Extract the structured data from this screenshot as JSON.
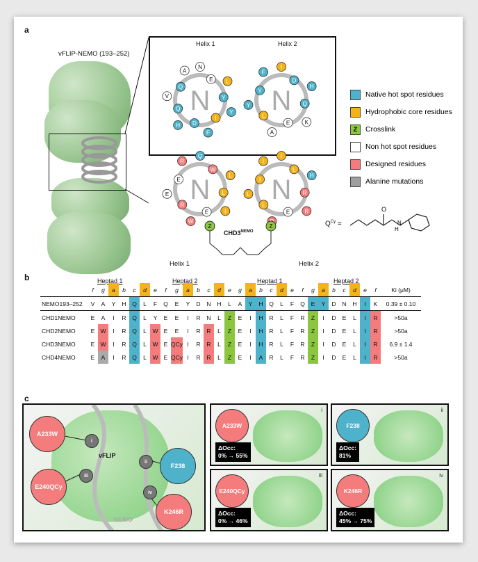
{
  "panel_labels": {
    "a": "a",
    "b": "b",
    "c": "c"
  },
  "panel_a": {
    "protein_title": "vFLIP-NEMO (193–252)",
    "helix1_top": "Helix 1",
    "helix2_top": "Helix 2",
    "helix1_bottom": "Helix 1",
    "helix2_bottom": "Helix 2",
    "wheel_center": "N",
    "crosslink_label": "CHD3",
    "crosslink_sup": "NEMO",
    "qcy_label": "Q",
    "qcy_sup": "Cy",
    "crosslink_node": "Z",
    "wheel1_top": [
      "N",
      "E",
      "L",
      "Y",
      "Y",
      "I",
      "F",
      "D",
      "H",
      "Q",
      "V",
      "Q",
      "A"
    ],
    "wheel2_top": [
      "I",
      "D",
      "H",
      "Q",
      "K",
      "E",
      "A",
      "L",
      "Y",
      "Y",
      "F"
    ],
    "wheel1_bottom": [
      "Q",
      "W",
      "L",
      "L",
      "I",
      "E",
      "W",
      "R",
      "E",
      "E",
      "R"
    ],
    "wheel2_bottom": [
      "I",
      "L",
      "H",
      "R",
      "R",
      "E",
      "R",
      "L",
      "L",
      "I",
      "I"
    ]
  },
  "legend": [
    {
      "label": "Native hot spot residues",
      "color": "#4fb2cb",
      "mark": ""
    },
    {
      "label": "Hydrophobic core residues",
      "color": "#f5b31a",
      "mark": ""
    },
    {
      "label": "Crosslink",
      "color": "#8cc63f",
      "mark": "Z"
    },
    {
      "label": "Non hot spot residues",
      "color": "#ffffff",
      "mark": ""
    },
    {
      "label": "Designed residues",
      "color": "#f47c7c",
      "mark": ""
    },
    {
      "label": "Alanine mutations",
      "color": "#9e9e9e",
      "mark": ""
    }
  ],
  "panel_b": {
    "heptad_labels": [
      "Heptad 1",
      "Heptad 2",
      "Heptad 1",
      "Heptad 2"
    ],
    "positions": [
      "f",
      "g",
      "a",
      "b",
      "c",
      "d",
      "e",
      "f",
      "g",
      "a",
      "b",
      "c",
      "d",
      "e",
      "g",
      "a",
      "b",
      "c",
      "d",
      "e",
      "f",
      "g",
      "a",
      "b",
      "c",
      "d",
      "e",
      "f"
    ],
    "ki_header": "Ki (μM)",
    "rows": [
      {
        "name": "NEMO193–252",
        "seq": [
          "V",
          "A",
          "Y",
          "H",
          "Q",
          "L",
          "F",
          "Q",
          "E",
          "Y",
          "D",
          "N",
          "H",
          "L",
          "A",
          "Y",
          "H",
          "Q",
          "L",
          "F",
          "Q",
          "E",
          "Y",
          "D",
          "N",
          "H",
          "I",
          "K"
        ],
        "ki": "0.39 ± 0.10"
      },
      {
        "name": "CHD1NEMO",
        "seq": [
          "E",
          "A",
          "I",
          "R",
          "Q",
          "L",
          "Y",
          "E",
          "E",
          "I",
          "R",
          "N",
          "L",
          "Z",
          "E",
          "I",
          "H",
          "R",
          "L",
          "F",
          "R",
          "Z",
          "I",
          "D",
          "E",
          "L",
          "I",
          "R"
        ],
        "ki": ">50a"
      },
      {
        "name": "CHD2NEMO",
        "seq": [
          "E",
          "W",
          "I",
          "R",
          "Q",
          "L",
          "W",
          "E",
          "E",
          "I",
          "R",
          "R",
          "L",
          "Z",
          "E",
          "I",
          "H",
          "R",
          "L",
          "F",
          "R",
          "Z",
          "I",
          "D",
          "E",
          "L",
          "I",
          "R"
        ],
        "ki": ">50a"
      },
      {
        "name": "CHD3NEMO",
        "seq": [
          "E",
          "W",
          "I",
          "R",
          "Q",
          "L",
          "W",
          "E",
          "QCy",
          "I",
          "R",
          "R",
          "L",
          "Z",
          "E",
          "I",
          "H",
          "R",
          "L",
          "F",
          "R",
          "Z",
          "I",
          "D",
          "E",
          "L",
          "I",
          "R"
        ],
        "ki": "6.9 ± 1.4"
      },
      {
        "name": "CHD4NEMO",
        "seq": [
          "E",
          "A",
          "I",
          "R",
          "Q",
          "L",
          "W",
          "E",
          "QCy",
          "I",
          "R",
          "R",
          "L",
          "Z",
          "E",
          "I",
          "A",
          "R",
          "L",
          "F",
          "R",
          "Z",
          "I",
          "D",
          "E",
          "L",
          "I",
          "R"
        ],
        "ki": ">50a"
      }
    ]
  },
  "panel_c": {
    "main": {
      "vflip": "vFLIP",
      "nemo": "NEMO",
      "a233w": "A233W",
      "e240": "E240QCy",
      "f238": "F238",
      "k246r": "K246R",
      "roman": [
        "i",
        "ii",
        "iii",
        "iv"
      ]
    },
    "insets": [
      {
        "roman": "i",
        "residue": "A233W",
        "occ_title": "ΔOcc:",
        "occ_value": "0% → 55%"
      },
      {
        "roman": "ii",
        "residue": "F238",
        "occ_title": "ΔOcc:",
        "occ_value": "81%"
      },
      {
        "roman": "iii",
        "residue": "E240QCy",
        "occ_title": "ΔOcc:",
        "occ_value": "0% → 46%"
      },
      {
        "roman": "iv",
        "residue": "K246R",
        "occ_title": "ΔOcc:",
        "occ_value": "45% → 75%"
      }
    ]
  }
}
